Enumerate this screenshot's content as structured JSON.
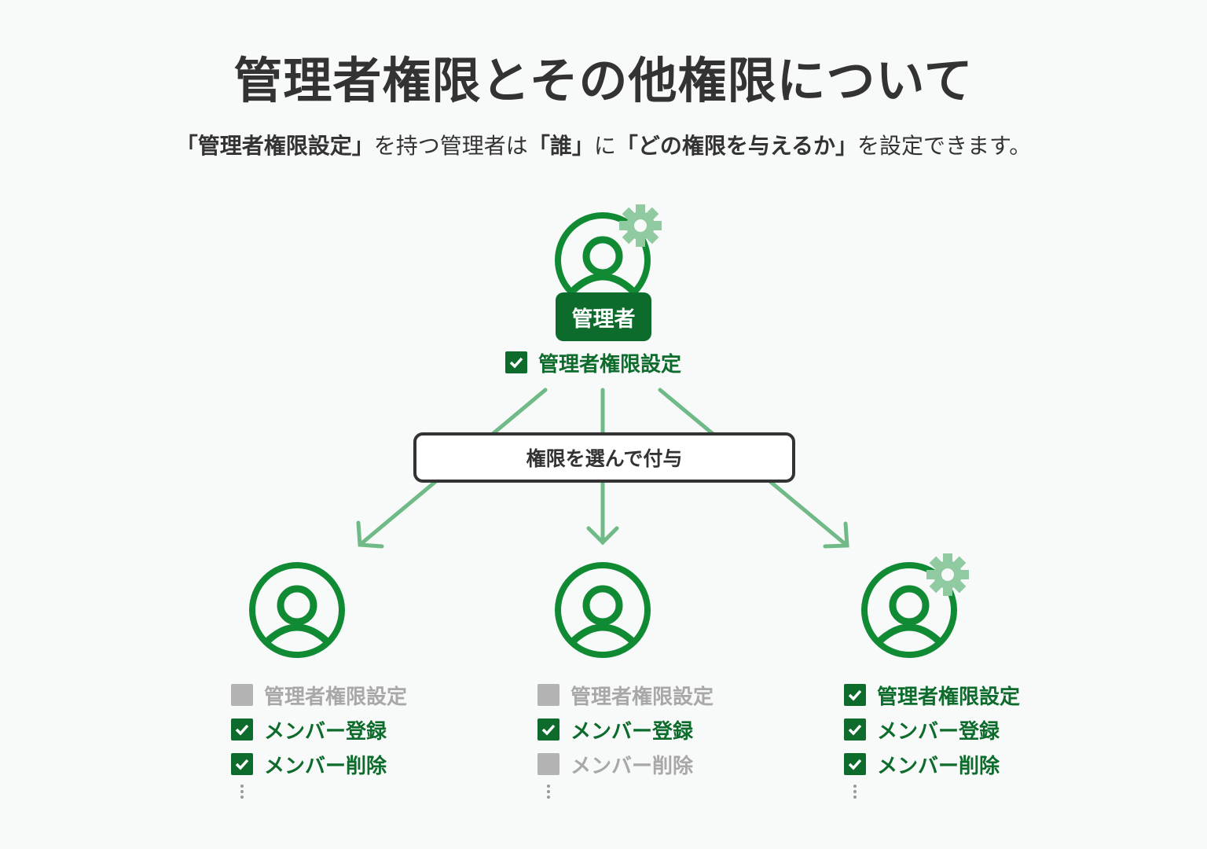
{
  "title": "管理者権限とその他権限について",
  "subtitle": {
    "part1": "「管理者権限設定」",
    "part2": "を持つ管理者は",
    "part3": "「誰」",
    "part4": "に",
    "part5": "「どの権限を与えるか」",
    "part6": "を設定できます。"
  },
  "admin": {
    "label": "管理者",
    "permission": "管理者権限設定",
    "permission_enabled": true,
    "has_gear": true
  },
  "select_label": "権限を選んで付与",
  "colors": {
    "dark_green": "#0d6b2c",
    "icon_green": "#118a34",
    "arrow_green": "#6fba86",
    "gear_green": "#8fcaa1",
    "disabled_gray": "#b3b3b3"
  },
  "users": [
    {
      "has_gear": false,
      "permissions": [
        {
          "label": "管理者権限設定",
          "enabled": false
        },
        {
          "label": "メンバー登録",
          "enabled": true
        },
        {
          "label": "メンバー削除",
          "enabled": true
        }
      ]
    },
    {
      "has_gear": false,
      "permissions": [
        {
          "label": "管理者権限設定",
          "enabled": false
        },
        {
          "label": "メンバー登録",
          "enabled": true
        },
        {
          "label": "メンバー削除",
          "enabled": false
        }
      ]
    },
    {
      "has_gear": true,
      "permissions": [
        {
          "label": "管理者権限設定",
          "enabled": true
        },
        {
          "label": "メンバー登録",
          "enabled": true
        },
        {
          "label": "メンバー削除",
          "enabled": true
        }
      ]
    }
  ]
}
